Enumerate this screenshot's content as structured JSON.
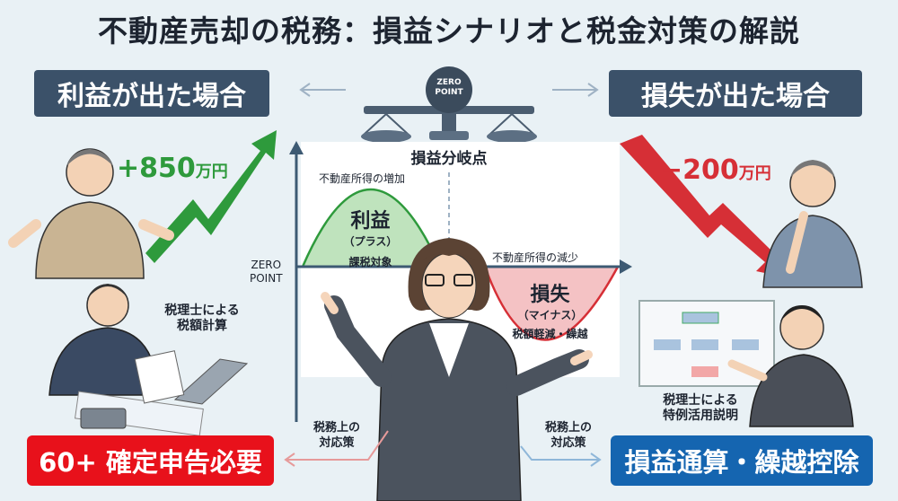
{
  "title": "不動産売却の税務：損益シナリオと税金対策の解説",
  "profit_case": {
    "label": "利益が出た場合",
    "amount": "+850",
    "unit": "万円"
  },
  "loss_case": {
    "label": "損失が出た場合",
    "amount": "−200",
    "unit": "万円"
  },
  "scale": {
    "badge_line1": "ZERO",
    "badge_line2": "POINT"
  },
  "graph": {
    "title": "損益分岐点",
    "y_axis_label_line1": "ZERO",
    "y_axis_label_line2": "POINT",
    "profit_note": "不動産所得の増加",
    "profit_title": "利益",
    "profit_sub": "（プラス）",
    "profit_desc": "課税対象",
    "loss_note": "不動産所得の減少",
    "loss_title": "損失",
    "loss_sub": "（マイナス）",
    "loss_desc": "税額軽減・繰越"
  },
  "left_caption": {
    "line1": "税理士による",
    "line2": "税額計算"
  },
  "right_caption": {
    "line1": "税理士による",
    "line2": "特例活用説明"
  },
  "measure_left": {
    "line1": "税務上の",
    "line2": "対応策"
  },
  "measure_right": {
    "line1": "税務上の",
    "line2": "対応策"
  },
  "bottom_left": {
    "label": "60+ 確定申告必要",
    "color": "#e8111b"
  },
  "bottom_right": {
    "label": "損益通算・繰越控除",
    "color": "#1565b0"
  },
  "colors": {
    "header_box": "#3b5169",
    "profit": "#2e9a3c",
    "loss": "#d62f36"
  }
}
